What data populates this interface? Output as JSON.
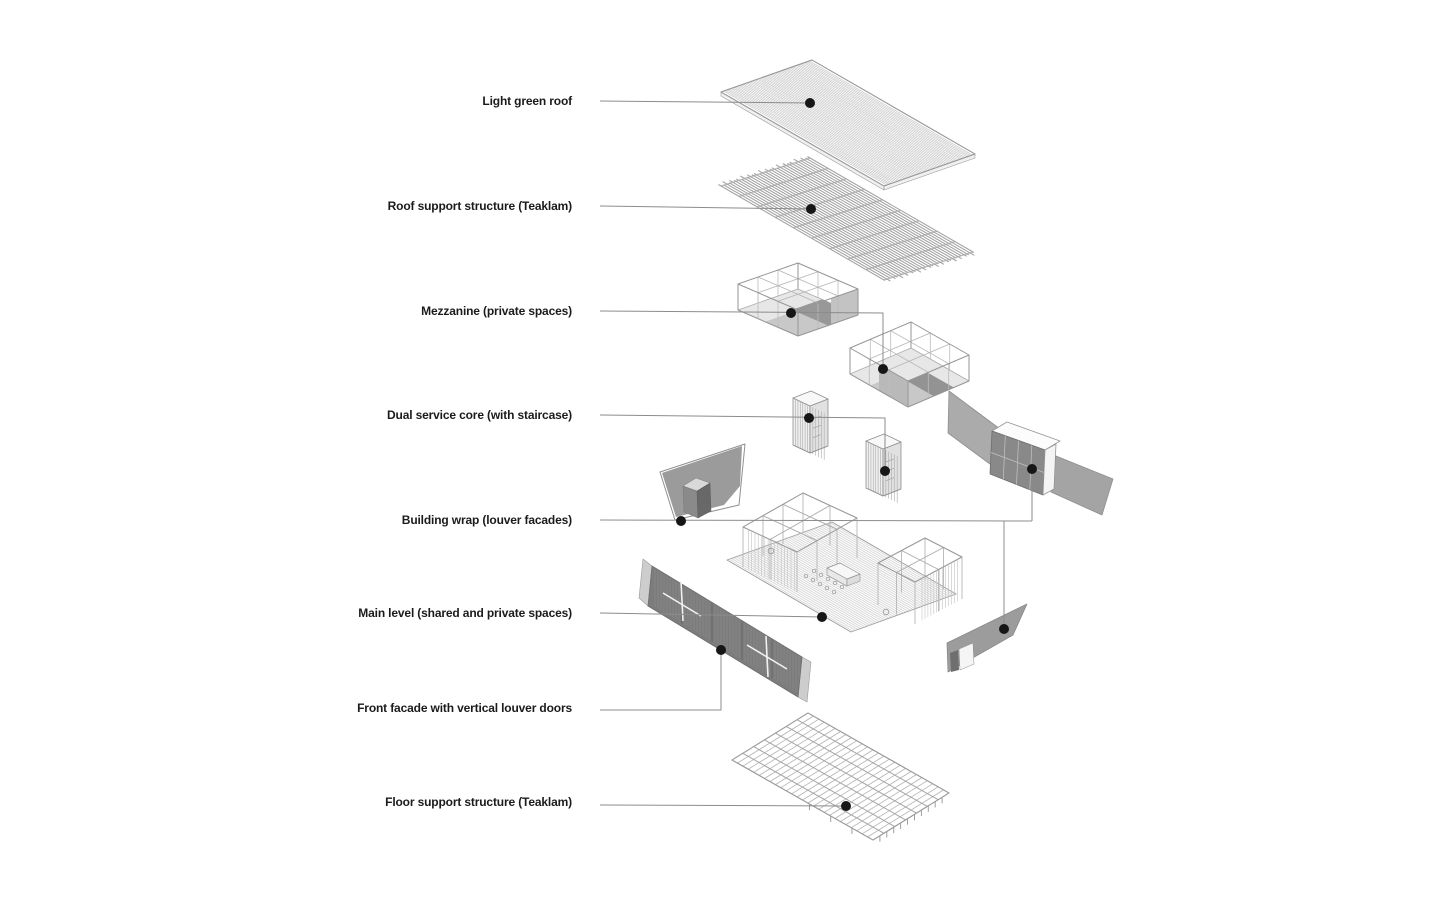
{
  "diagram": {
    "figure_type": "exploded axonometric building diagram",
    "labels": [
      {
        "id": "light-green-roof",
        "text": "Light green roof"
      },
      {
        "id": "roof-support",
        "text": "Roof support structure (Teaklam)"
      },
      {
        "id": "mezzanine",
        "text": "Mezzanine (private spaces)"
      },
      {
        "id": "dual-service-core",
        "text": "Dual service core (with staircase)"
      },
      {
        "id": "building-wrap",
        "text": "Building wrap (louver facades)"
      },
      {
        "id": "main-level",
        "text": "Main level (shared and private spaces)"
      },
      {
        "id": "front-facade",
        "text": "Front facade with vertical louver doors"
      },
      {
        "id": "floor-support",
        "text": "Floor support structure (Teaklam)"
      }
    ],
    "colors": {
      "background": "#ffffff",
      "label_text": "#1b1b1b",
      "leader_line": "#8c8c8c",
      "marker_dot": "#161616",
      "line_art": "#9a9a9a",
      "panel_dark": "#7c7c7c",
      "panel_mid": "#a6a6a6",
      "panel_light": "#e0e0e0"
    }
  }
}
